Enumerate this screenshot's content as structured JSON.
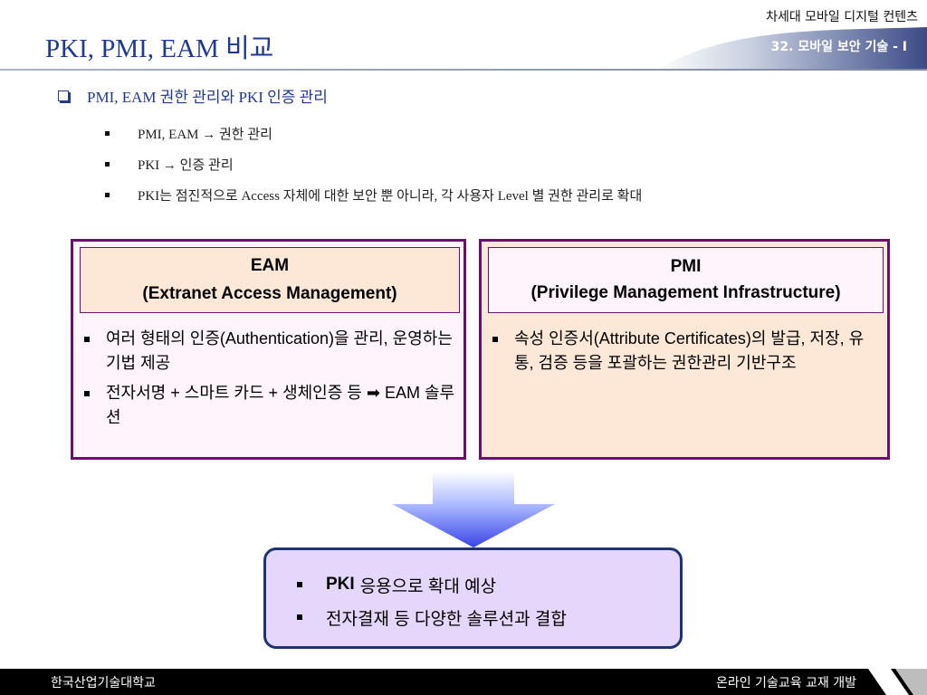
{
  "header": {
    "title": "PKI, PMI, EAM 비교",
    "series": "차세대 모바일 디지털 컨텐츠",
    "chapter": "32. 모바일 보안 기술 - I"
  },
  "main_bullet": "PMI, EAM 권한 관리와 PKI 인증 관리",
  "sub_bullets": [
    "PMI, EAM → 권한 관리",
    "PKI → 인증 관리",
    "PKI는 점진적으로 Access 자체에 대한 보안 뿐 아니라, 각 사용자 Level 별 권한 관리로 확대"
  ],
  "eam_box": {
    "title": "EAM",
    "subtitle": "(Extranet Access Management)",
    "items": [
      "여러 형태의 인증(Authentication)을 관리, 운영하는 기법 제공",
      "전자서명 + 스마트 카드 + 생체인증 등 ➡ EAM 솔루션"
    ]
  },
  "pmi_box": {
    "title": "PMI",
    "subtitle": "(Privilege Management Infrastructure)",
    "items": [
      "속성 인증서(Attribute Certificates)의 발급, 저장, 유통, 검증 등을 포괄하는 권한관리 기반구조"
    ]
  },
  "result_box": {
    "items": [
      {
        "bold": "PKI",
        "text": "응용으로 확대 예상"
      },
      {
        "bold": "",
        "text": "전자결재 등 다양한 솔루션과 결합"
      }
    ]
  },
  "footer": {
    "left": "한국산업기술대학교",
    "right": "온라인 기술교육 교재 개발"
  },
  "colors": {
    "title_blue": "#1f3a93",
    "box_border": "#6a0f6e",
    "eam_fill": "#fff4fb",
    "pmi_fill": "#fde7d7",
    "result_fill": "#e5d6fb"
  }
}
